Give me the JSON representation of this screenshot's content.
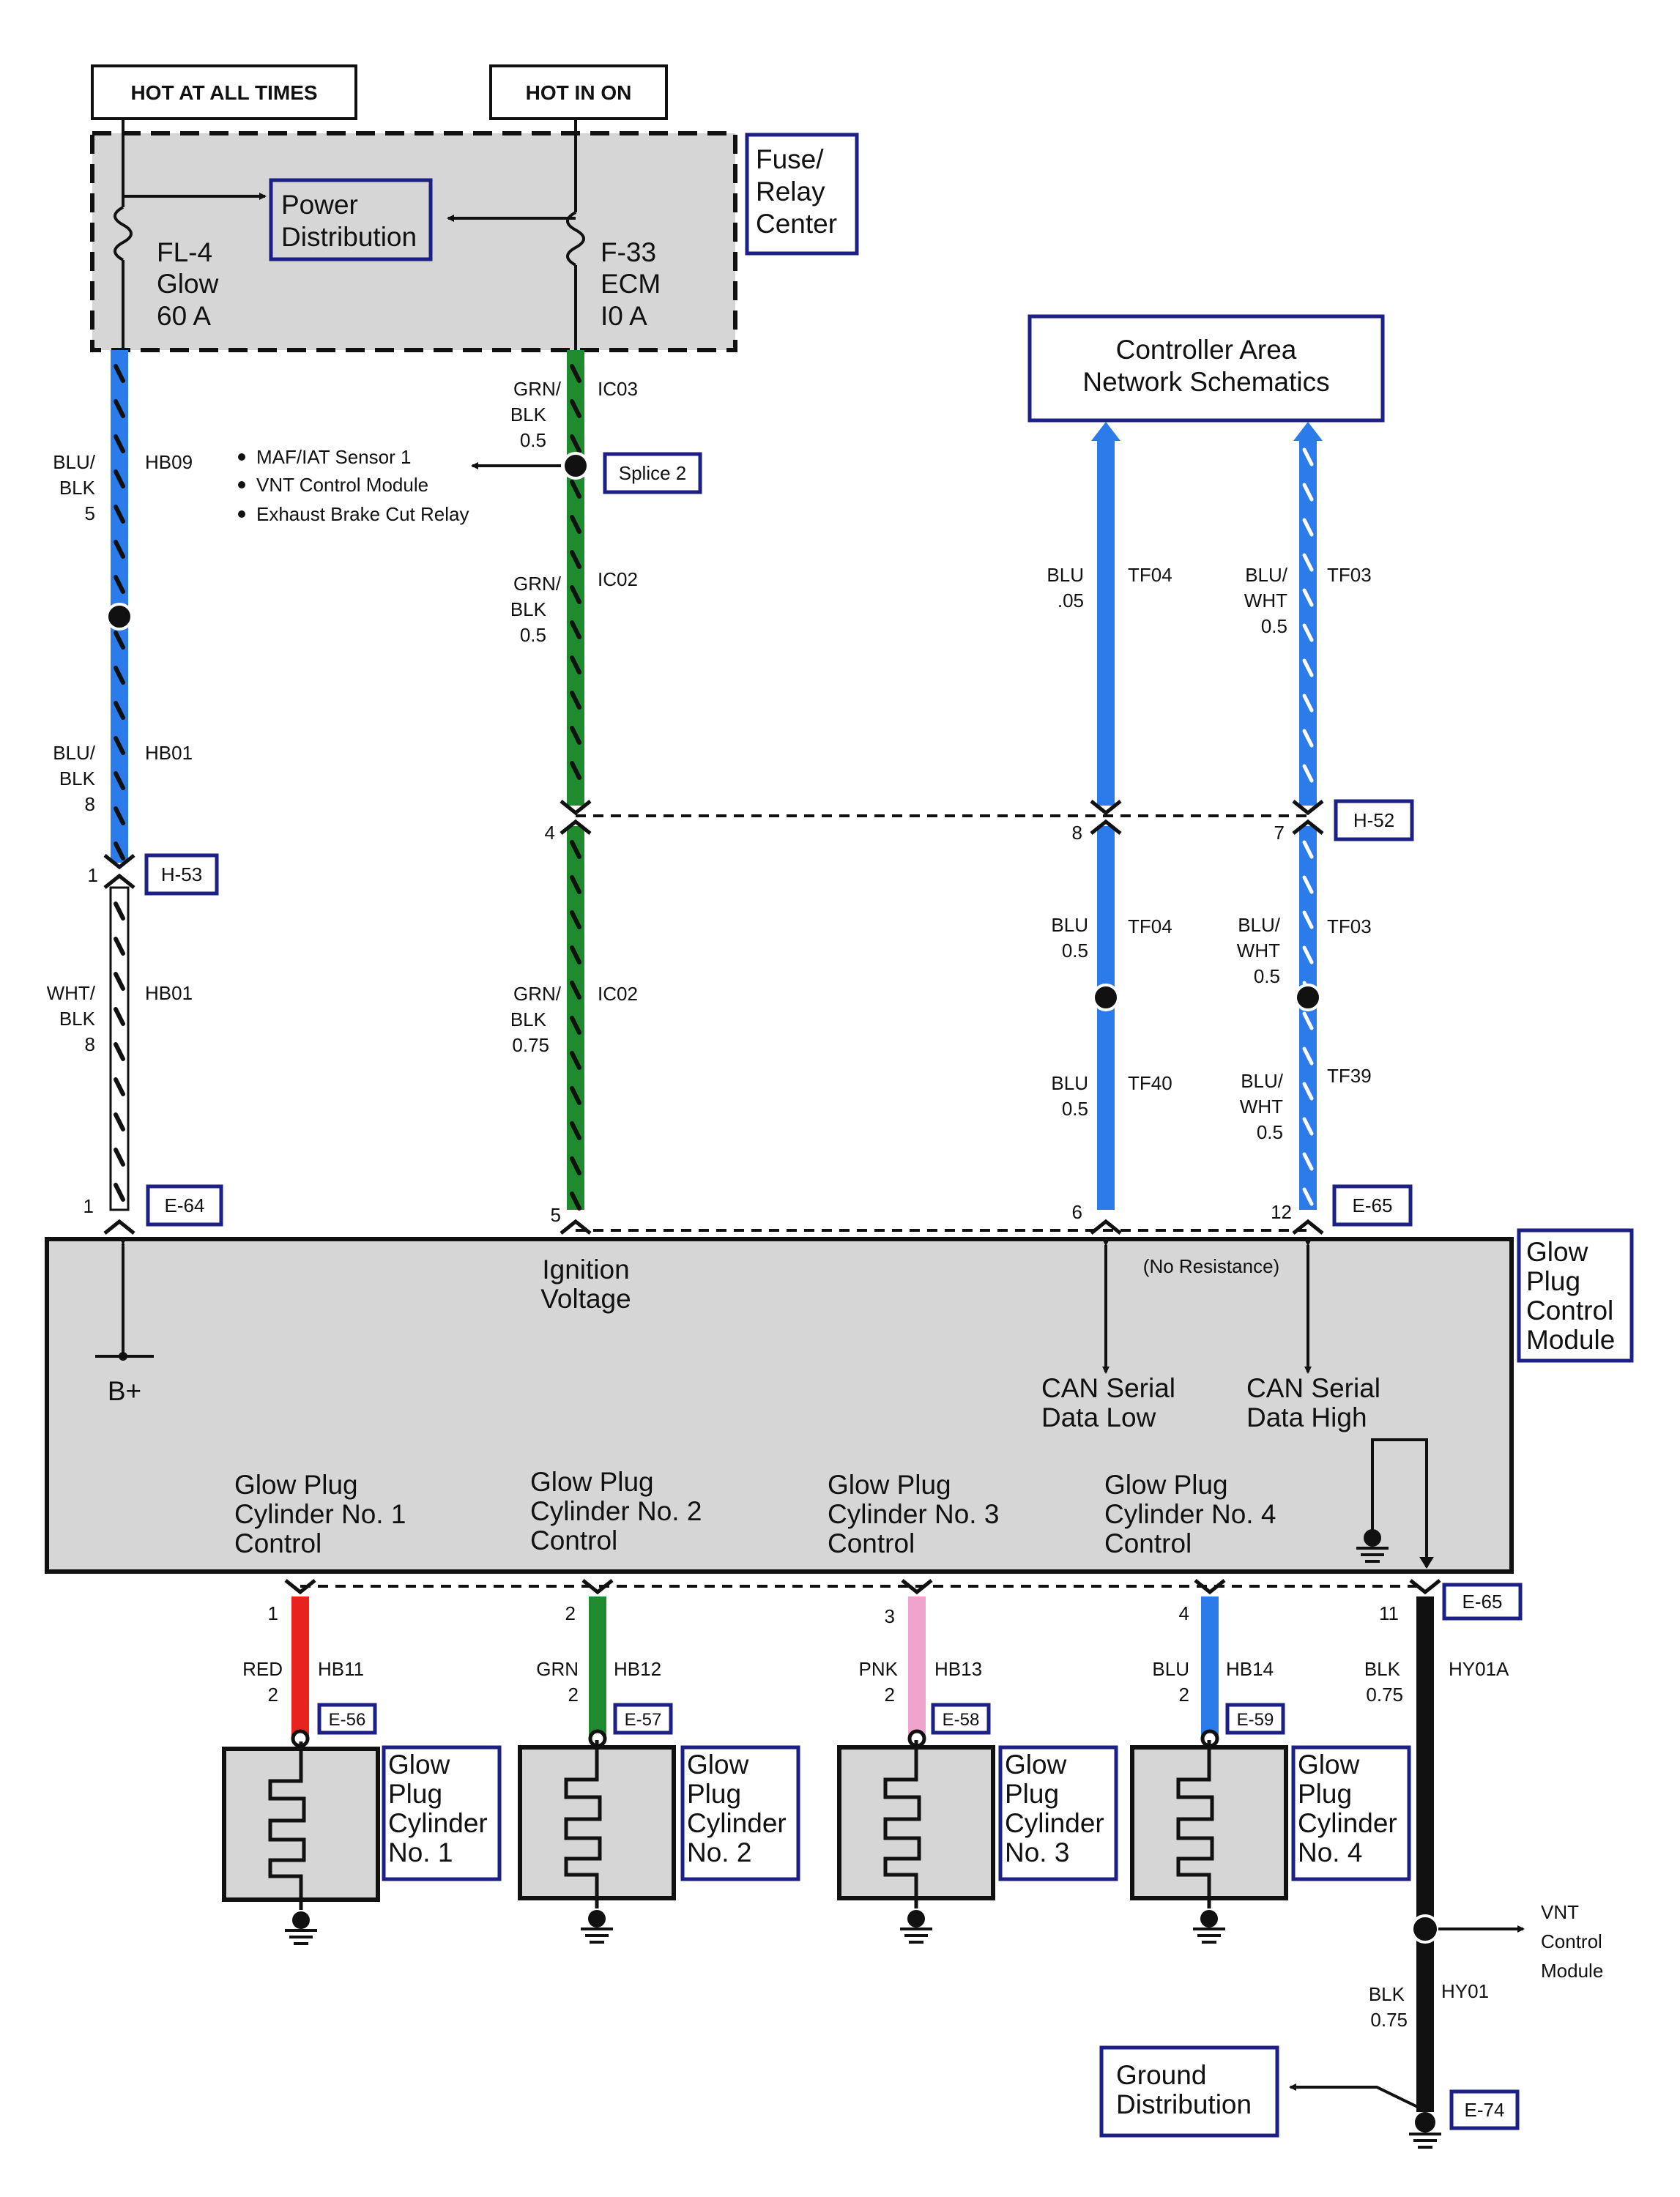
{
  "power_sources": {
    "hot_at_all_times": "HOT AT ALL TIMES",
    "hot_in_on": "HOT IN ON"
  },
  "fuse_relay_center": {
    "label": [
      "Fuse/",
      "Relay",
      "Center"
    ],
    "power_distribution": [
      "Power",
      "Distribution"
    ],
    "fuse_glow": [
      "FL-4",
      "Glow",
      "60 A"
    ],
    "fuse_ecm": [
      "F-33",
      "ECM",
      "I0 A"
    ]
  },
  "can_schematics": [
    "Controller Area",
    "Network Schematics"
  ],
  "splice": {
    "label": "Splice 2",
    "destinations": [
      "MAF/IAT Sensor 1",
      "VNT Control Module",
      "Exhaust Brake Cut Relay"
    ]
  },
  "connectors": {
    "h53": "H-53",
    "h52": "H-52",
    "e64": "E-64",
    "e65_top": "E-65",
    "e65_bottom": "E-65",
    "e56": "E-56",
    "e57": "E-57",
    "e58": "E-58",
    "e59": "E-59",
    "e74": "E-74"
  },
  "pins": {
    "h53_1": "1",
    "h52_4": "4",
    "h52_8": "8",
    "h52_7": "7",
    "e64_1": "1",
    "e65_5": "5",
    "e65_6": "6",
    "e65_12": "12",
    "e65_1": "1",
    "e65_2": "2",
    "e65_3": "3",
    "e65_4": "4",
    "e65_11": "11"
  },
  "wires": {
    "hb09": {
      "color": [
        "BLU/",
        "BLK"
      ],
      "size": "5",
      "circuit": "HB09",
      "hex": "#2b7bea",
      "stripe": "#111111"
    },
    "hb01_upper": {
      "color": [
        "BLU/",
        "BLK"
      ],
      "size": "8",
      "circuit": "HB01",
      "hex": "#2b7bea",
      "stripe": "#111111"
    },
    "hb01_lower": {
      "color": [
        "WHT/",
        "BLK"
      ],
      "size": "8",
      "circuit": "HB01",
      "hex": "#ffffff",
      "stripe": "#111111"
    },
    "ic03": {
      "color": [
        "GRN/",
        "BLK"
      ],
      "size": "0.5",
      "circuit": "IC03",
      "hex": "#1f8a2e",
      "stripe": "#111111"
    },
    "ic02_upper": {
      "color": [
        "GRN/",
        "BLK"
      ],
      "size": "0.5",
      "circuit": "IC02",
      "hex": "#1f8a2e",
      "stripe": "#111111"
    },
    "ic02_lower": {
      "color": [
        "GRN/",
        "BLK"
      ],
      "size": "0.75",
      "circuit": "IC02",
      "hex": "#1f8a2e",
      "stripe": "#111111"
    },
    "tf04_upper": {
      "color": [
        "BLU"
      ],
      "size": ".05",
      "circuit": "TF04",
      "hex": "#2b7bea"
    },
    "tf03_upper": {
      "color": [
        "BLU/",
        "WHT"
      ],
      "size": "0.5",
      "circuit": "TF03",
      "hex": "#2b7bea",
      "stripe": "#ffffff"
    },
    "tf04_lower": {
      "color": [
        "BLU"
      ],
      "size": "0.5",
      "circuit": "TF04",
      "hex": "#2b7bea"
    },
    "tf03_lower": {
      "color": [
        "BLU/",
        "WHT"
      ],
      "size": "0.5",
      "circuit": "TF03",
      "hex": "#2b7bea",
      "stripe": "#ffffff"
    },
    "tf40": {
      "color": [
        "BLU"
      ],
      "size": "0.5",
      "circuit": "TF40",
      "hex": "#2b7bea"
    },
    "tf39": {
      "color": [
        "BLU/",
        "WHT"
      ],
      "size": "0.5",
      "circuit": "TF39",
      "hex": "#2b7bea",
      "stripe": "#ffffff"
    },
    "hb11": {
      "color": [
        "RED"
      ],
      "size": "2",
      "circuit": "HB11",
      "hex": "#e8231f"
    },
    "hb12": {
      "color": [
        "GRN"
      ],
      "size": "2",
      "circuit": "HB12",
      "hex": "#1f8a2e"
    },
    "hb13": {
      "color": [
        "PNK"
      ],
      "size": "2",
      "circuit": "HB13",
      "hex": "#f0a3cc"
    },
    "hb14": {
      "color": [
        "BLU"
      ],
      "size": "2",
      "circuit": "HB14",
      "hex": "#2b7bea"
    },
    "hy01a": {
      "color": [
        "BLK"
      ],
      "size": "0.75",
      "circuit": "HY01A",
      "hex": "#111111"
    },
    "hy01": {
      "color": [
        "BLK"
      ],
      "size": "0.75",
      "circuit": "HY01",
      "hex": "#111111"
    }
  },
  "module": {
    "label": [
      "Glow",
      "Plug",
      "Control",
      "Module"
    ],
    "ignition": [
      "Ignition",
      "Voltage"
    ],
    "bplus": "B+",
    "no_resistance": "(No Resistance)",
    "can_low": [
      "CAN Serial",
      "Data Low"
    ],
    "can_high": [
      "CAN Serial",
      "Data High"
    ],
    "cyl1": [
      "Glow Plug",
      "Cylinder No. 1",
      "Control"
    ],
    "cyl2": [
      "Glow Plug",
      "Cylinder No. 2",
      "Control"
    ],
    "cyl3": [
      "Glow Plug",
      "Cylinder No. 3",
      "Control"
    ],
    "cyl4": [
      "Glow Plug",
      "Cylinder No. 4",
      "Control"
    ]
  },
  "glow_plugs": [
    [
      "Glow",
      "Plug",
      "Cylinder",
      "No. 1"
    ],
    [
      "Glow",
      "Plug",
      "Cylinder",
      "No. 2"
    ],
    [
      "Glow",
      "Plug",
      "Cylinder",
      "No. 3"
    ],
    [
      "Glow",
      "Plug",
      "Cylinder",
      "No. 4"
    ]
  ],
  "vnt_module": [
    "VNT",
    "Control",
    "Module"
  ],
  "ground_distribution": [
    "Ground",
    "Distribution"
  ],
  "colors": {
    "panel_gray": "#d6d6d6",
    "label_border": "#1c1f86",
    "wire_blue": "#2b7bea",
    "wire_green": "#1f8a2e",
    "wire_red": "#e8231f",
    "wire_pink": "#f0a3cc",
    "wire_black": "#111111"
  }
}
